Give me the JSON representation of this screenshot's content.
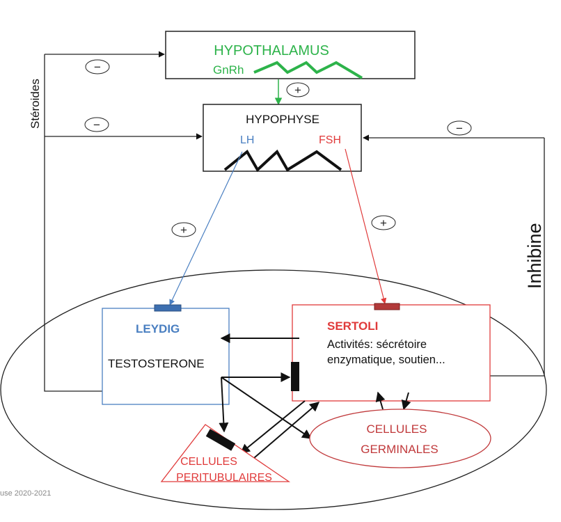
{
  "hypothalamus": {
    "title": "HYPOTHALAMUS",
    "hormone": "GnRh",
    "color": "#2db34a"
  },
  "hypophyse": {
    "title": "HYPOPHYSE",
    "lh": "LH",
    "fsh": "FSH",
    "lh_color": "#4a7fc1",
    "fsh_color": "#e03a3a"
  },
  "signs": {
    "plus": "+",
    "minus": "−"
  },
  "side_labels": {
    "steroides": "Stéroides",
    "inhibine": "Inhibine"
  },
  "leydig": {
    "title": "LEYDIG",
    "product": "TESTOSTERONE",
    "color": "#4a7fc1"
  },
  "sertoli": {
    "title": "SERTOLI",
    "line1": "Activités: sécrétoire",
    "line2": "enzymatique, soutien...",
    "color": "#e03a3a"
  },
  "germinales": {
    "line1": "CELLULES",
    "line2": "GERMINALES",
    "color": "#c0393b"
  },
  "peritubulaires": {
    "line1": "CELLULES",
    "line2": "PERITUBULAIRES",
    "color": "#e03a3a"
  },
  "footer": {
    "text": "use 2020-2021"
  }
}
